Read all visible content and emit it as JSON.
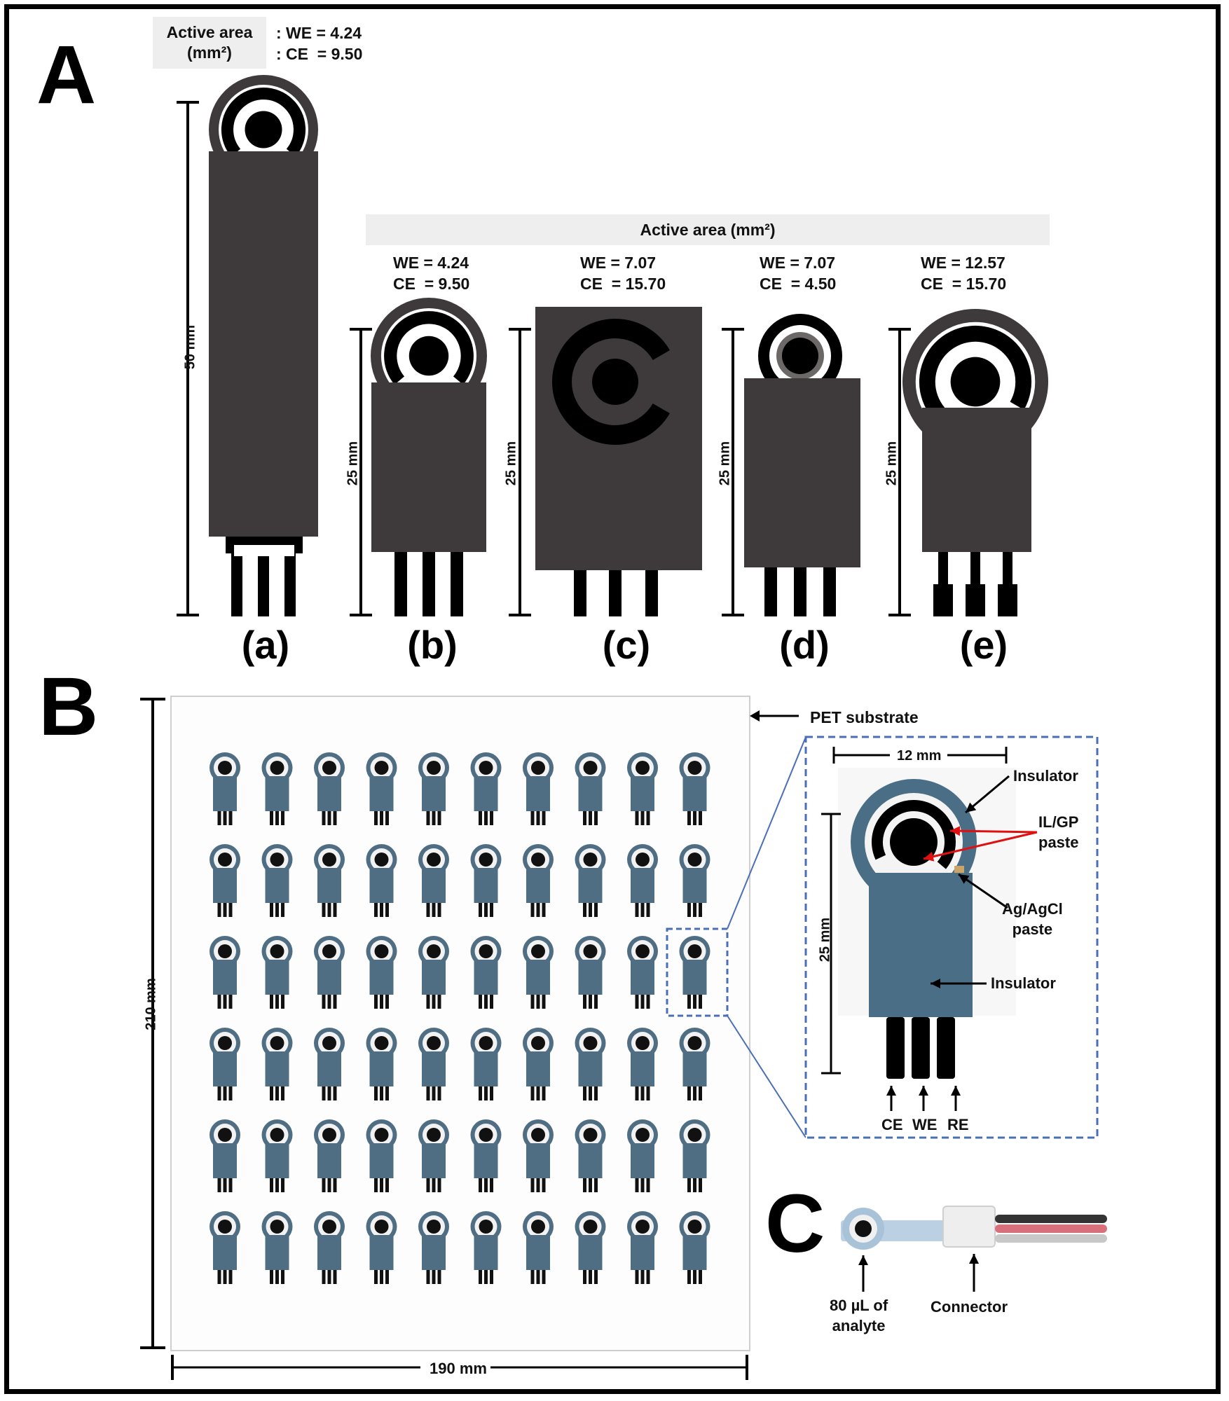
{
  "panels": {
    "a": "A",
    "b": "B",
    "c": "C"
  },
  "panelA": {
    "topbox": {
      "title": "Active area",
      "unit": "(mm²)",
      "we": ": WE = 4.24",
      "ce": ": CE  = 9.50"
    },
    "header": "Active area (mm²)",
    "electrodes": [
      {
        "label": "(a)",
        "dim": "50 mm"
      },
      {
        "label": "(b)",
        "dim": "25 mm",
        "we": "WE = 4.24",
        "ce": "CE  = 9.50"
      },
      {
        "label": "(c)",
        "dim": "25 mm",
        "we": "WE = 7.07",
        "ce": "CE  = 15.70"
      },
      {
        "label": "(d)",
        "dim": "25 mm",
        "we": "WE = 7.07",
        "ce": "CE  = 4.50"
      },
      {
        "label": "(e)",
        "dim": "25 mm",
        "we": "WE = 12.57",
        "ce": "CE  = 15.70"
      }
    ]
  },
  "panelB": {
    "substrate_label": "PET substrate",
    "height_dim": "210 mm",
    "width_dim": "190 mm",
    "grid": {
      "rows": 6,
      "cols": 10
    },
    "zoom": {
      "width_dim": "12 mm",
      "height_dim": "25 mm",
      "insulator_top": "Insulator",
      "ilgp": "IL/GP\npaste",
      "agcl": "Ag/AgCl\npaste",
      "insulator_mid": "Insulator",
      "terminals": [
        "CE",
        "WE",
        "RE"
      ]
    }
  },
  "panelC": {
    "analyte": "80 µL of\nanalyte",
    "connector": "Connector"
  },
  "colors": {
    "electrode": "#3e3a3b",
    "trace": "#000000",
    "printed": "#4f6e83",
    "zoom_border": "#4a6fb8",
    "header_bg": "#eeeeee"
  }
}
